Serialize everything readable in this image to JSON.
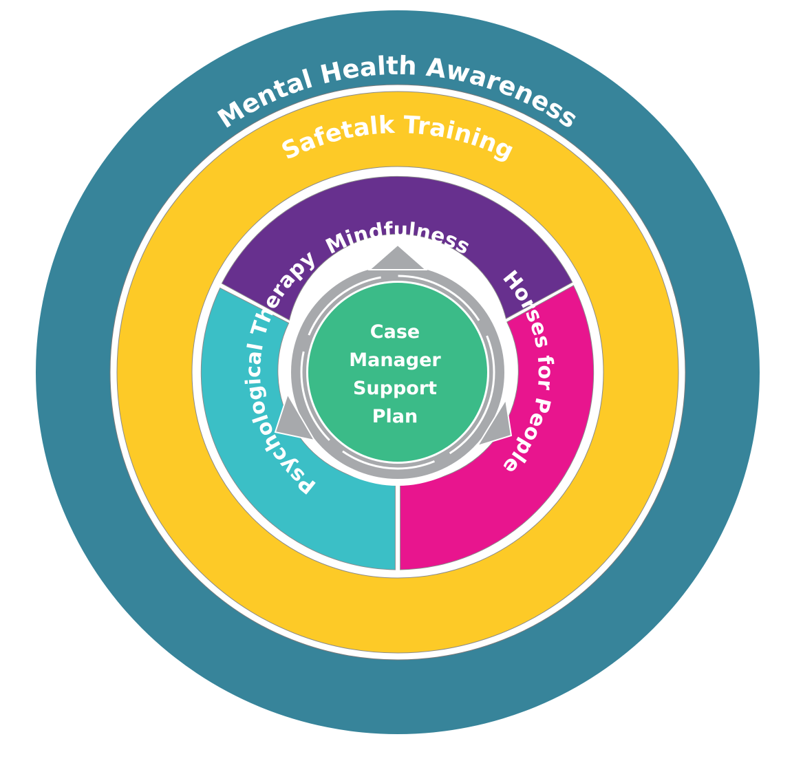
{
  "rings": {
    "outer": {
      "label": "Mental Health Awareness",
      "color": "#37849A"
    },
    "middle": {
      "label": "Safetalk Training",
      "color": "#FDCA27"
    }
  },
  "segments": [
    {
      "label": "Mindfulness",
      "color": "#67308E"
    },
    {
      "label": "Horses for People",
      "color": "#E8158E"
    },
    {
      "label": "Psychological Therapy",
      "color": "#3BBFC6"
    }
  ],
  "center": {
    "lines": [
      "Case",
      "Manager",
      "Support",
      "Plan"
    ],
    "color": "#3BBB88",
    "arrow_color": "#A7A9AC"
  }
}
